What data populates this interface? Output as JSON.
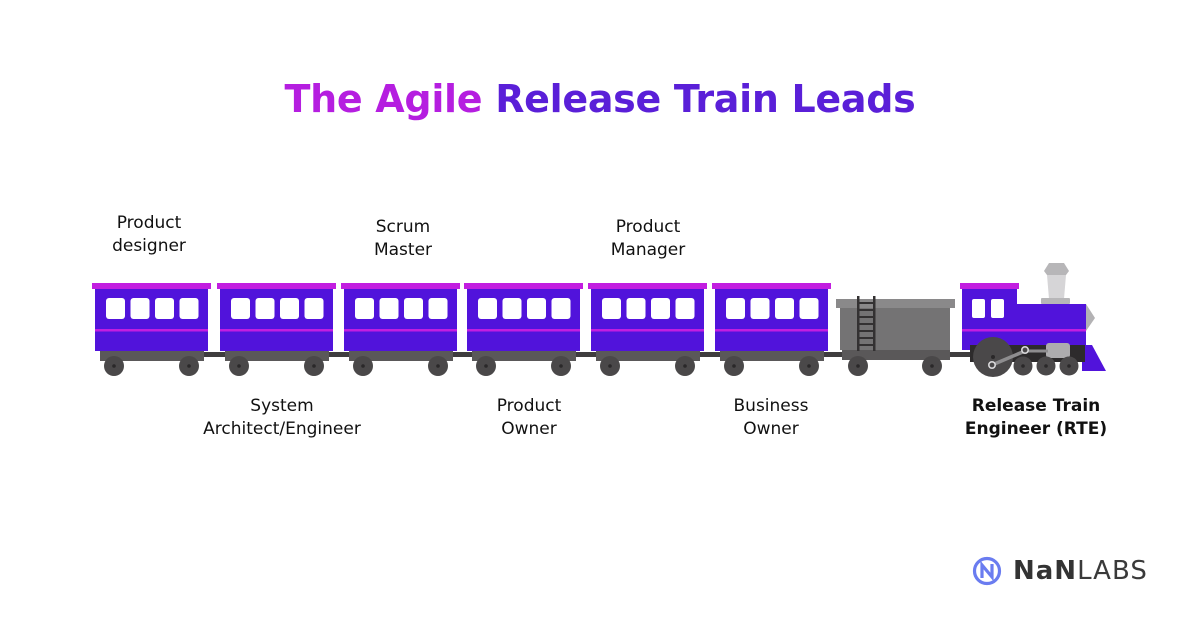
{
  "title": {
    "part1": "The Agile",
    "part2": "Release Train Leads"
  },
  "colors": {
    "title_magenta": "#b51ee0",
    "title_purple": "#5a1fd8",
    "car_body": "#5113db",
    "car_roof": "#c21ee0",
    "window": "#ffffff",
    "chassis": "#5a5859",
    "wheel": "#4a4849",
    "tender": "#747374",
    "smokestack": "#c8c7c9",
    "logo_blue": "#6a7cf0"
  },
  "roles": {
    "top": [
      {
        "line1": "Product",
        "line2": "designer"
      },
      {
        "line1": "Scrum",
        "line2": "Master"
      },
      {
        "line1": "Product",
        "line2": "Manager"
      }
    ],
    "bottom": [
      {
        "line1": "System",
        "line2": "Architect/Engineer"
      },
      {
        "line1": "Product",
        "line2": "Owner"
      },
      {
        "line1": "Business",
        "line2": "Owner"
      },
      {
        "line1": "Release Train",
        "line2": "Engineer (RTE)"
      }
    ]
  },
  "logo": {
    "icon": "nanlabs-n-circle-icon",
    "brand_bold": "NaN",
    "brand_light": "LABS"
  }
}
